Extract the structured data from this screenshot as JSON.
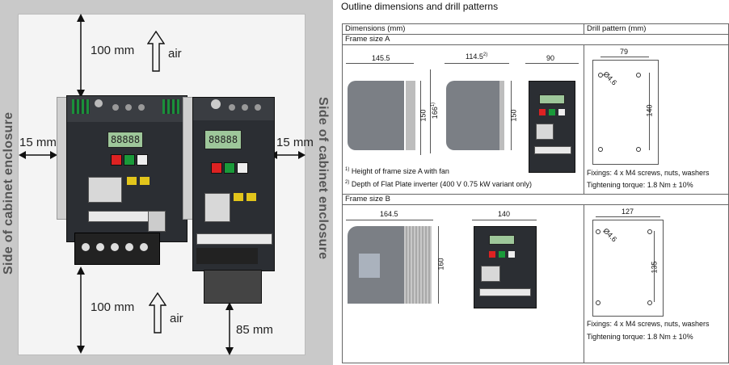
{
  "left_diagram": {
    "side_label": "Side of cabinet enclosure",
    "clearance_top": "100 mm",
    "clearance_bottom": "100 mm",
    "clearance_left": "15 mm",
    "clearance_right": "15 mm",
    "clearance_bottom_small": "85 mm",
    "air_top": "air",
    "air_bottom": "air",
    "display_a": "88888",
    "display_b": "88888"
  },
  "right_panel": {
    "title": "Outline dimensions and drill patterns",
    "col_dimensions": "Dimensions (mm)",
    "col_drill": "Drill pattern (mm)",
    "frame_a": {
      "label": "Frame size A",
      "width_side": "145.5",
      "width_side2": "114.5",
      "width_side2_sup": "2)",
      "width_front": "90",
      "height": "150",
      "height_fan": "166",
      "height_fan_sup": "1)",
      "height2": "150",
      "note1_sup": "1)",
      "note1": "Height of frame size A with fan",
      "note2_sup": "2)",
      "note2": "Depth of Flat Plate inverter (400 V 0.75 kW variant only)",
      "drill_width": "79",
      "drill_height": "140",
      "drill_hole": "4.6",
      "fixings": "Fixings: 4 x M4 screws, nuts, washers",
      "torque": "Tightening torque: 1.8 Nm ± 10%"
    },
    "frame_b": {
      "label": "Frame size B",
      "width_side": "164.5",
      "width_front": "140",
      "height": "160",
      "drill_width": "127",
      "drill_height": "135",
      "drill_hole": "4.6",
      "fixings": "Fixings: 4 x M4 screws, nuts, washers",
      "torque": "Tightening torque: 1.8 Nm ± 10%"
    }
  }
}
